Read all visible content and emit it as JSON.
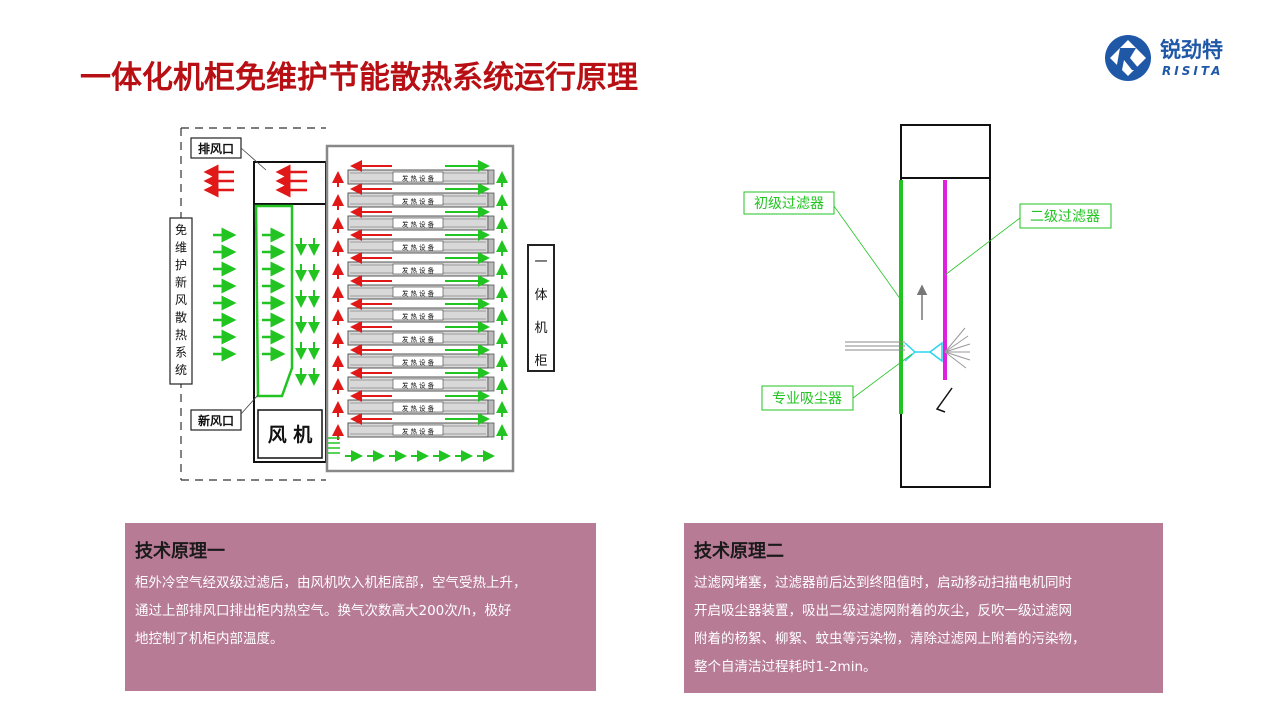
{
  "header": {
    "title": "一体化机柜免维护节能散热系统运行原理"
  },
  "logo": {
    "cn_text": "锐劲特",
    "en_text": "RISITA"
  },
  "diagram_left": {
    "exhaust_label": "排风口",
    "intake_label": "新风口",
    "system_label": "免维护新风散热系统",
    "cabinet_label": "一体机柜",
    "fan_label": "风 机",
    "device_label": "发 热 设 备"
  },
  "diagram_right": {
    "primary_filter": "初级过滤器",
    "secondary_filter": "二级过滤器",
    "vacuum": "专业吸尘器"
  },
  "panels": [
    {
      "title": "技术原理一",
      "lines": [
        "柜外冷空气经双级过滤后，由风机吹入机柜底部，空气受热上升，",
        "通过上部排风口排出柜内热空气。换气次数高大200次/h，极好",
        "地控制了机柜内部温度。"
      ]
    },
    {
      "title": "技术原理二",
      "lines": [
        "过滤网堵塞，过滤器前后达到终阻值时，启动移动扫描电机同时",
        "开启吸尘器装置，吸出二级过滤网附着的灰尘，反吹一级过滤网",
        "附着的杨絮、柳絮、蚊虫等污染物，清除过滤网上附着的污染物，",
        "整个自清洁过程耗时1-2min。"
      ]
    }
  ],
  "colors": {
    "title": "#b80f14",
    "panel_bg": "#b87b96",
    "airflow_cool": "#22c422",
    "airflow_hot": "#e01818",
    "secondary_filter": "#e020e0",
    "logo_blue": "#2058a8"
  }
}
